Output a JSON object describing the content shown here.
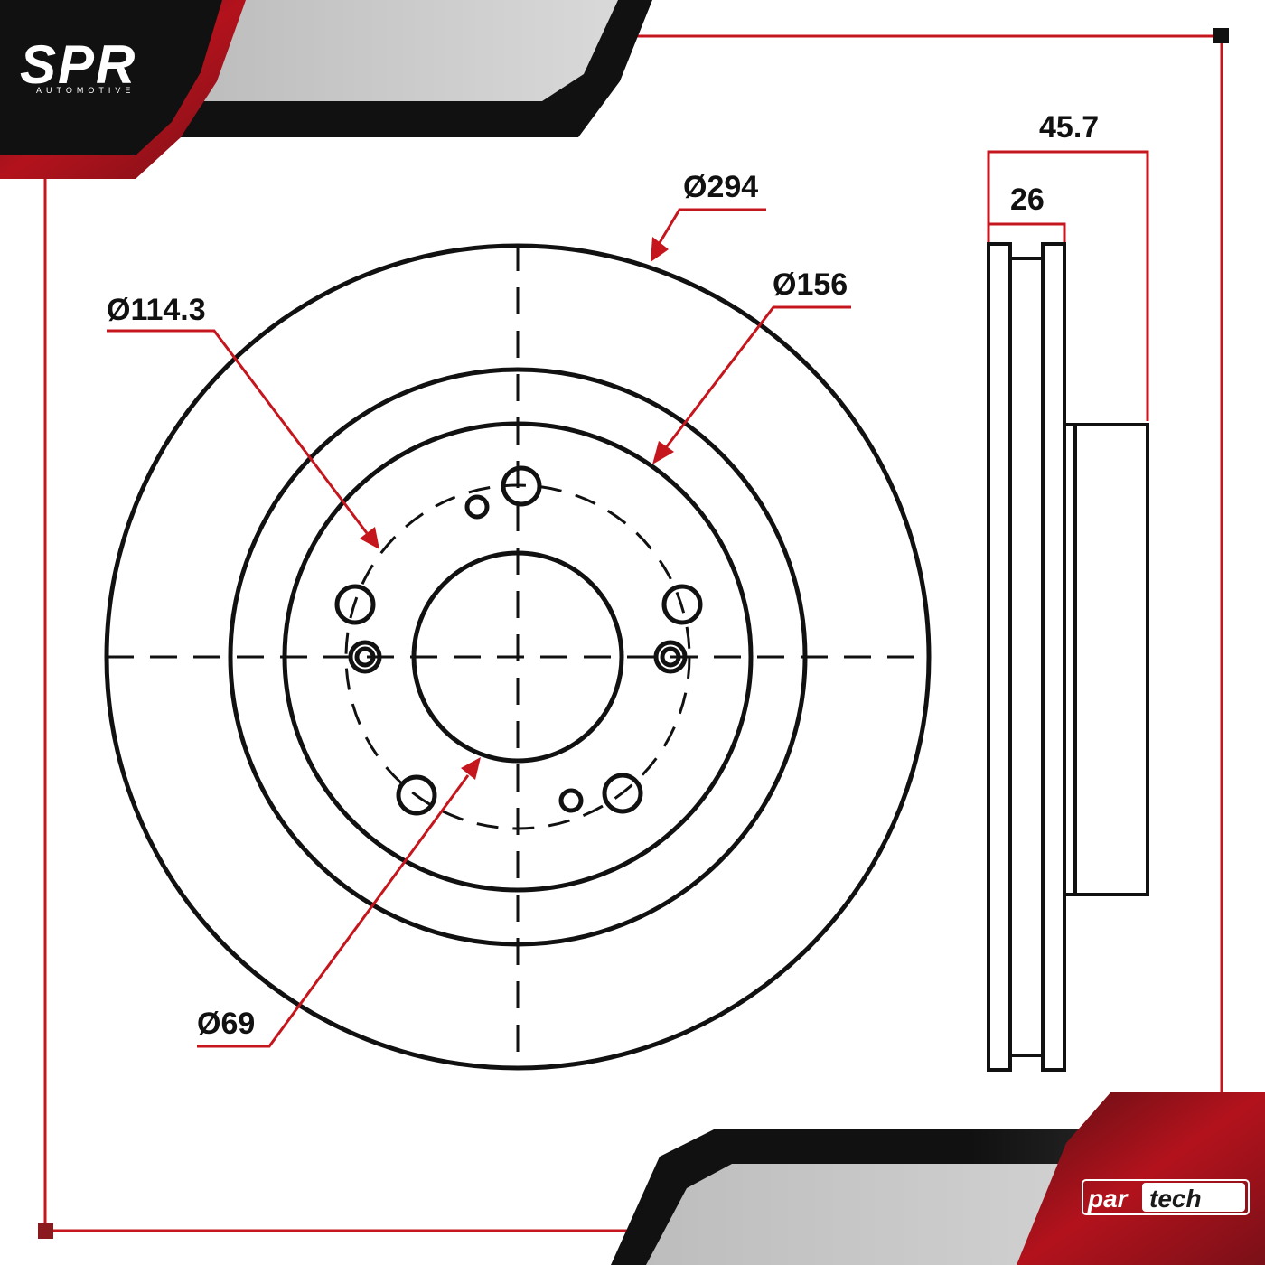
{
  "brand": {
    "name": "SPR",
    "tagline": "AUTOMOTIVE",
    "partner_prefix": "par",
    "partner_suffix": "tech"
  },
  "colors": {
    "accent": "#c4161c",
    "dark": "#111111",
    "gray": "#cfcfcf"
  },
  "dimensions": {
    "outer_diameter": "Ø294",
    "friction_inner_diameter": "Ø156",
    "bolt_circle": "Ø114.3",
    "center_bore": "Ø69",
    "overall_height": "45.7",
    "rotor_thickness": "26"
  }
}
